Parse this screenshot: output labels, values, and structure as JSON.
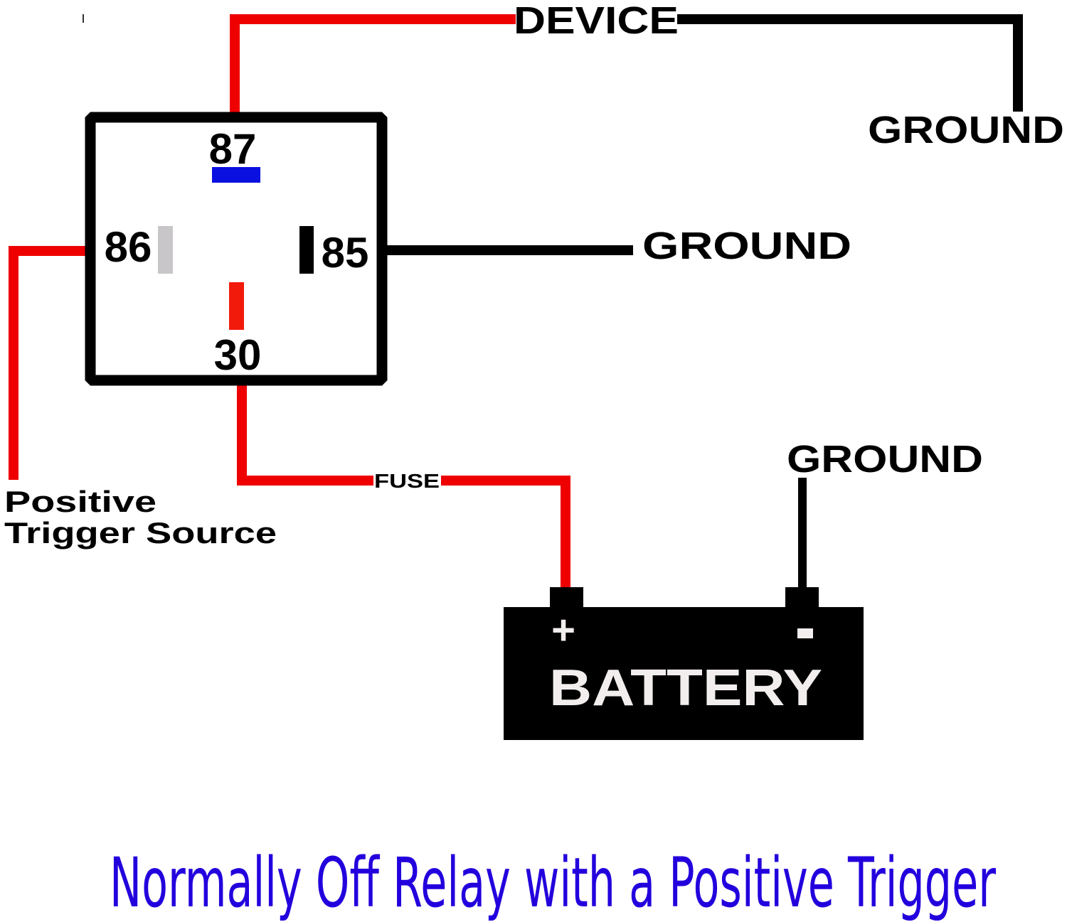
{
  "diagram": {
    "title": "Normally Off Relay with a Positive Trigger",
    "relay": {
      "pins": [
        {
          "id": "87",
          "label": "87",
          "contact_color": "#0a10e0"
        },
        {
          "id": "86",
          "label": "86",
          "contact_color": "#c8c6c8"
        },
        {
          "id": "85",
          "label": "85",
          "contact_color": "#000000"
        },
        {
          "id": "30",
          "label": "30",
          "contact_color": "#f21a0a"
        }
      ]
    },
    "labels": {
      "device": "DEVICE",
      "ground_device": "GROUND",
      "ground_85": "GROUND",
      "ground_battery": "GROUND",
      "fuse": "FUSE",
      "trigger_line1": "Positive",
      "trigger_line2": "Trigger Source"
    },
    "battery": {
      "label": "BATTERY",
      "positive_symbol": "+",
      "negative_symbol": "-"
    },
    "colors": {
      "positive_wire": "#ee0000",
      "ground_wire": "#000000",
      "title": "#2200dd"
    }
  }
}
